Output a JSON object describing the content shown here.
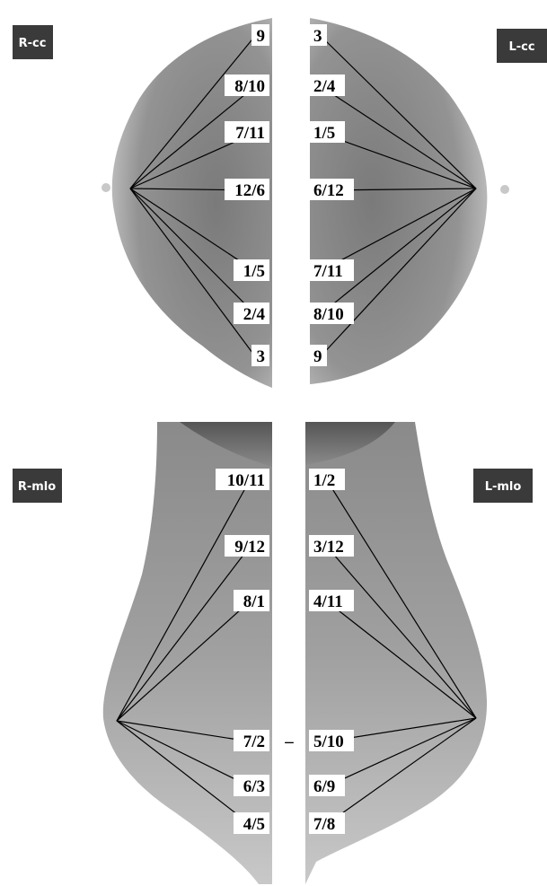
{
  "views": [
    {
      "id": "r-cc",
      "label": "R-cc"
    },
    {
      "id": "l-cc",
      "label": "L-cc"
    },
    {
      "id": "r-mlo",
      "label": "R-mlo"
    },
    {
      "id": "l-mlo",
      "label": "L-mlo"
    }
  ],
  "cc_pairs": [
    {
      "right": "9",
      "left": "3"
    },
    {
      "right": "8/10",
      "left": "2/4"
    },
    {
      "right": "7/11",
      "left": "1/5"
    },
    {
      "right": "12/6",
      "left": "6/12"
    },
    {
      "right": "1/5",
      "left": "7/11"
    },
    {
      "right": "2/4",
      "left": "8/10"
    },
    {
      "right": "3",
      "left": "9"
    }
  ],
  "mlo_pairs": [
    {
      "right": "10/11",
      "left": "1/2"
    },
    {
      "right": "9/12",
      "left": "3/12"
    },
    {
      "right": "8/1",
      "left": "4/11"
    },
    {
      "right": "7/2",
      "left": "5/10",
      "joiner": "–"
    },
    {
      "right": "6/3",
      "left": "6/9"
    },
    {
      "right": "4/5",
      "left": "7/8"
    }
  ],
  "colors": {
    "tissue_dark": "#6e6e6e",
    "tissue_mid": "#a9a9a9",
    "tissue_light": "#d2d2d2",
    "line": "#000000",
    "tag_bg": "#3a3a3a"
  }
}
